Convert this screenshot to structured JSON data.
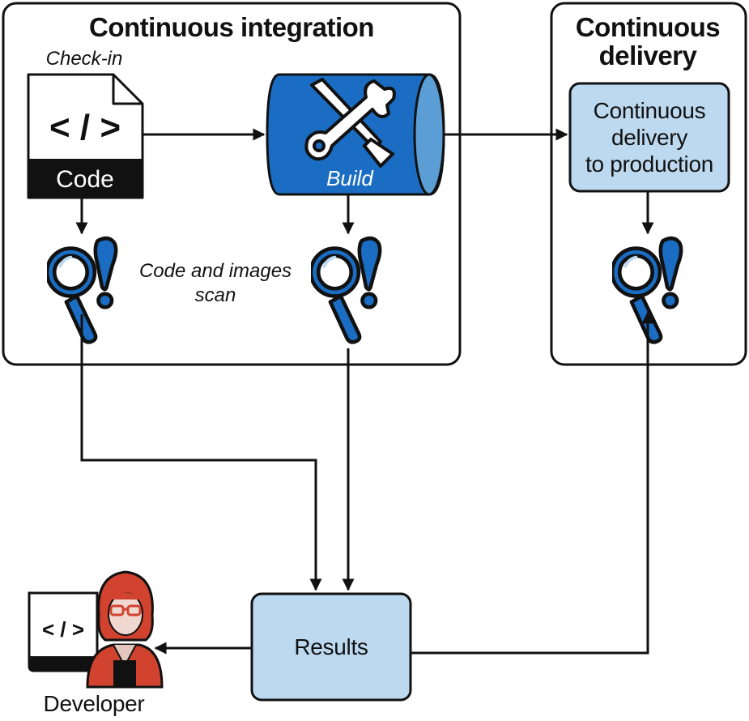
{
  "ci_section": {
    "title": "Continuous integration",
    "check_in_label": "Check-in",
    "code_icon_symbol": "< / >",
    "code_label": "Code",
    "build_label": "Build",
    "scan_label_line1": "Code and images",
    "scan_label_line2": "scan"
  },
  "cd_section": {
    "title_line1": "Continuous",
    "title_line2": "delivery",
    "box_line1": "Continuous",
    "box_line2": "delivery",
    "box_line3": "to production"
  },
  "results": {
    "label": "Results"
  },
  "developer": {
    "label": "Developer",
    "code_icon_symbol": "< / >"
  },
  "colors": {
    "primary_blue": "#1a6dc2",
    "light_blue": "#bcd9f0",
    "dark": "#111111",
    "developer_red": "#d1432f"
  },
  "icons": [
    "code-file-icon",
    "wrench-screwdriver-icon",
    "magnifier-alert-icon",
    "developer-avatar-icon"
  ]
}
